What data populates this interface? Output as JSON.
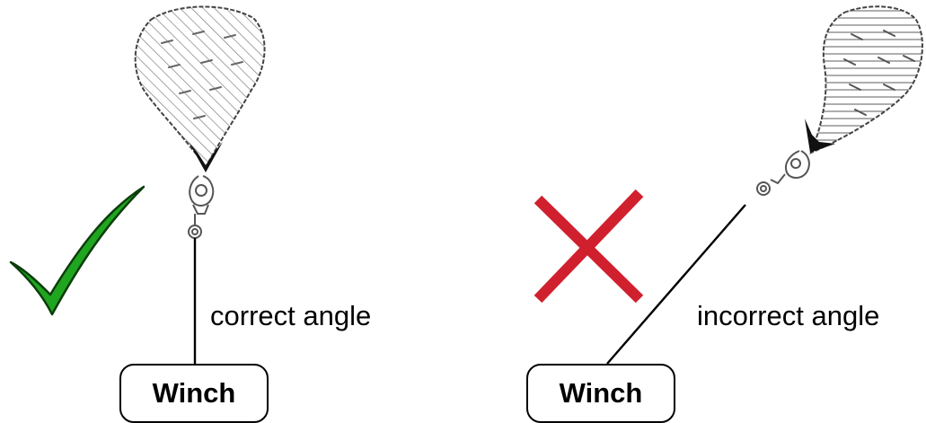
{
  "left_panel": {
    "label": "correct angle",
    "winch_label": "Winch",
    "indicator_icon": "check-mark-icon",
    "indicator_color": "#1fa51f"
  },
  "right_panel": {
    "label": "incorrect angle",
    "winch_label": "Winch",
    "indicator_icon": "cross-mark-icon",
    "indicator_color": "#d0202e"
  },
  "colors": {
    "line": "#000000",
    "balloon_outline": "#444444",
    "hatch": "#777777"
  }
}
